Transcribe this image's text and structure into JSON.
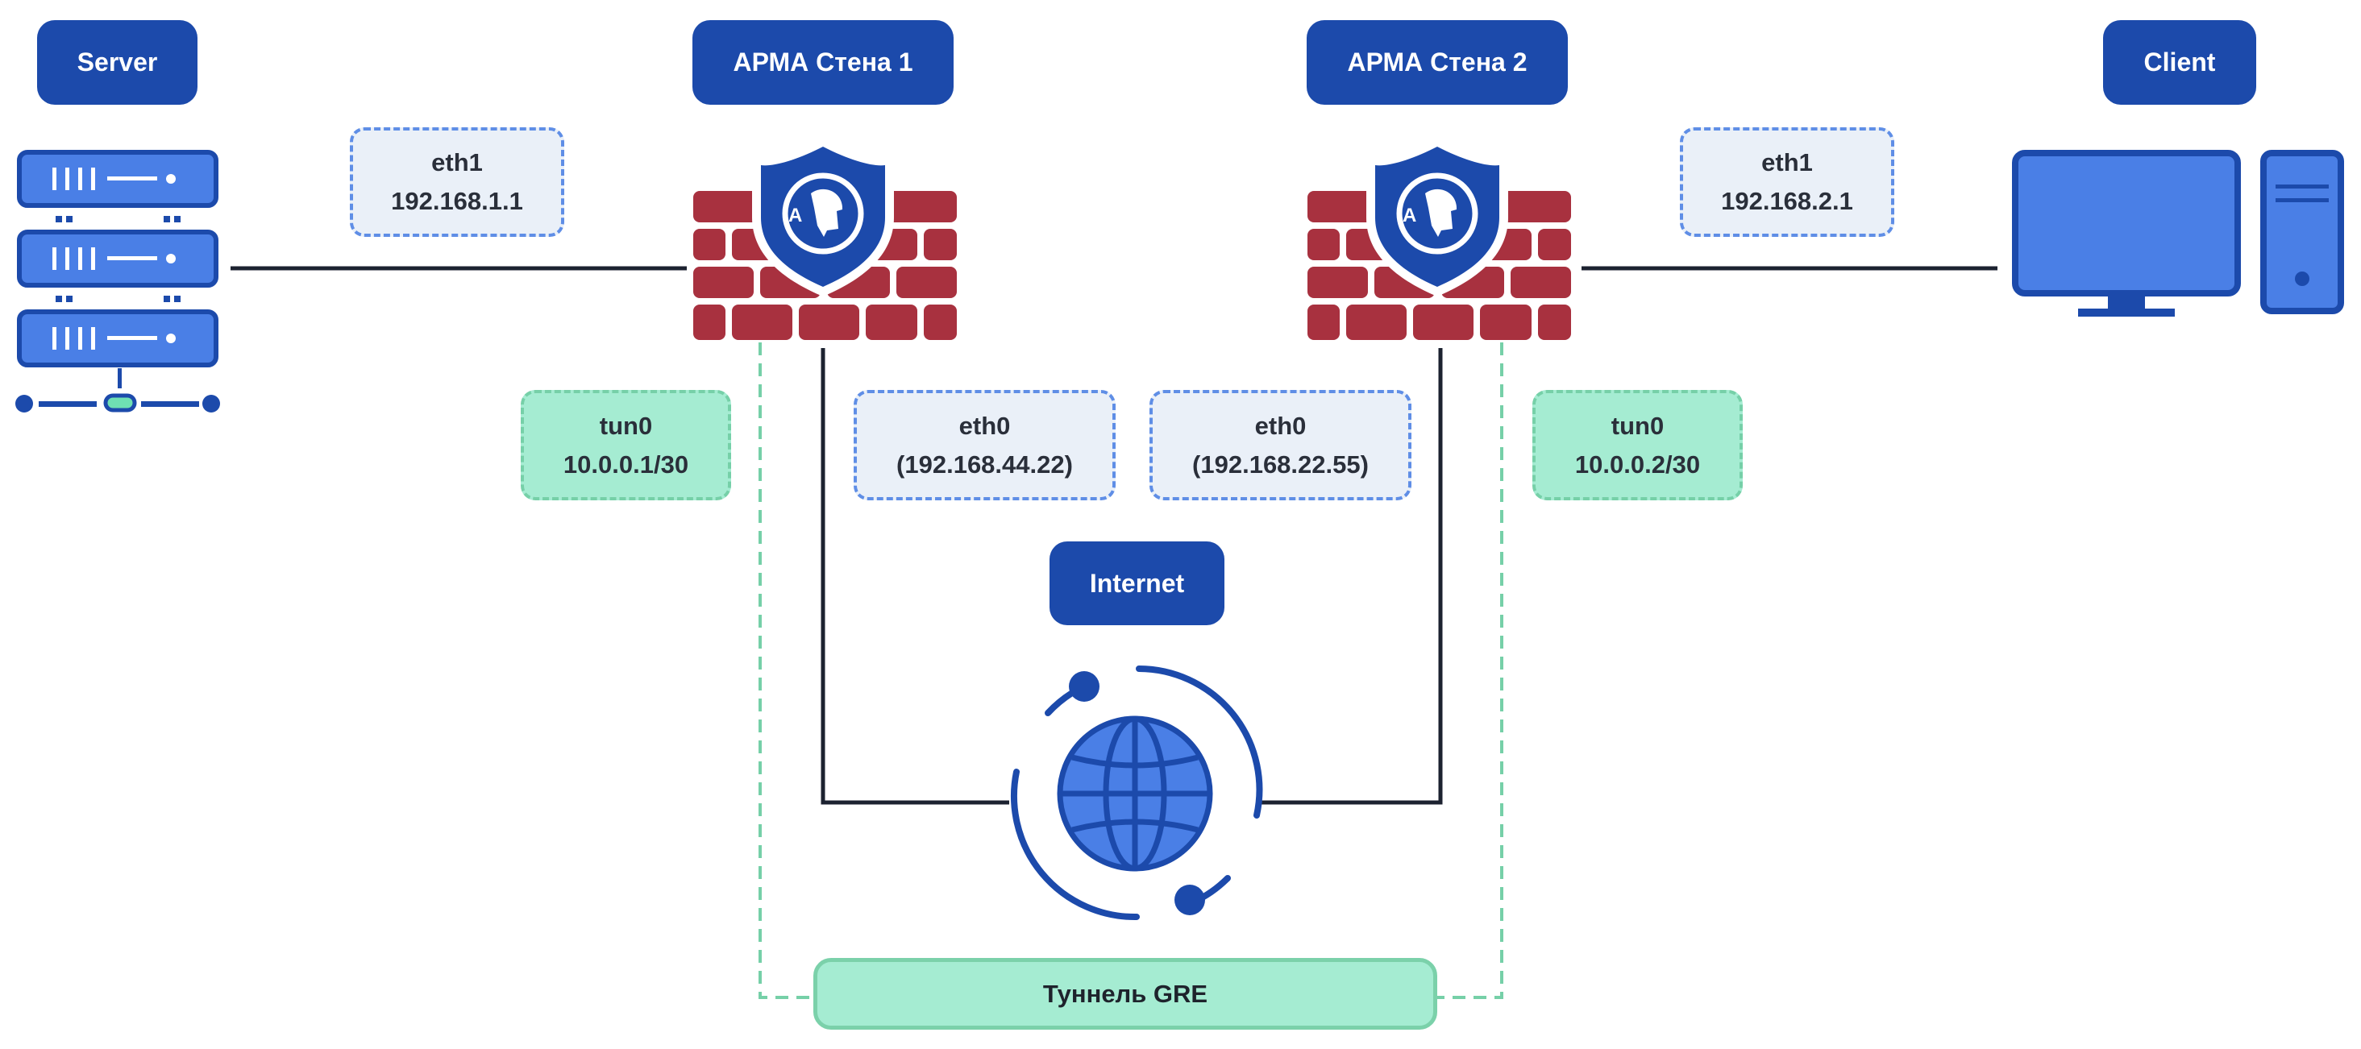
{
  "nodes": {
    "server": "Server",
    "fw1": "АРМА Стена 1",
    "fw2": "АРМА Стена 2",
    "client": "Client",
    "internet": "Internet"
  },
  "interfaces": {
    "server_eth1": {
      "name": "eth1",
      "ip": "192.168.1.1"
    },
    "client_eth1": {
      "name": "eth1",
      "ip": "192.168.2.1"
    },
    "fw1_eth0": {
      "name": "eth0",
      "ip": "(192.168.44.22)"
    },
    "fw2_eth0": {
      "name": "eth0",
      "ip": "(192.168.22.55)"
    },
    "fw1_tun0": {
      "name": "tun0",
      "ip": "10.0.0.1/30"
    },
    "fw2_tun0": {
      "name": "tun0",
      "ip": "10.0.0.2/30"
    }
  },
  "tunnel": {
    "label": "Туннель GRE"
  },
  "colors": {
    "brand_blue": "#1c4aab",
    "light_blue": "#4a7fe6",
    "brick_red": "#a8313f",
    "tunnel_green": "#a5ecd2",
    "tunnel_border": "#76d0a8",
    "ip_box_fill": "#eaf0f8",
    "ip_box_border": "#5f8ee6"
  },
  "icons": [
    "server-rack-icon",
    "firewall-shield-icon",
    "globe-icon",
    "desktop-computer-icon"
  ]
}
